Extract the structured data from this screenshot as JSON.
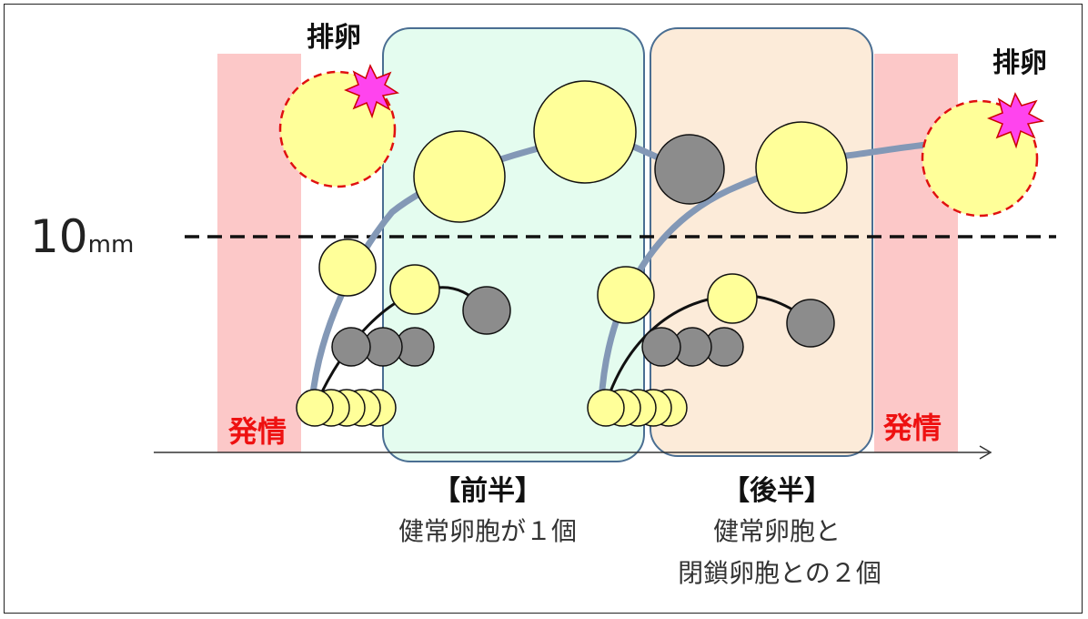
{
  "labels": {
    "ovulation_left": "排卵",
    "ovulation_right": "排卵",
    "estrus_left": "発情",
    "estrus_right": "発情",
    "ten_mm": "10",
    "mm_unit": "mm",
    "first_half_title": "【前半】",
    "first_half_desc": "健常卵胞が１個",
    "second_half_title": "【後半】",
    "second_half_desc_1": "健常卵胞と",
    "second_half_desc_2": "閉鎖卵胞との２個"
  },
  "colors": {
    "estrus_band": "#fcc8c8",
    "first_half_bg": "#e4fcef",
    "second_half_bg": "#fcebd9",
    "panel_border": "#4a6e92",
    "healthy_follicle": "#ffff99",
    "atretic_follicle": "#8c8c8c",
    "growth_curve": "#8398b6",
    "dashed_follicle_border": "#e01010",
    "burst": "#ff44ee",
    "estrus_text": "#ee1111"
  },
  "icons": {
    "burst": "starburst-icon"
  }
}
